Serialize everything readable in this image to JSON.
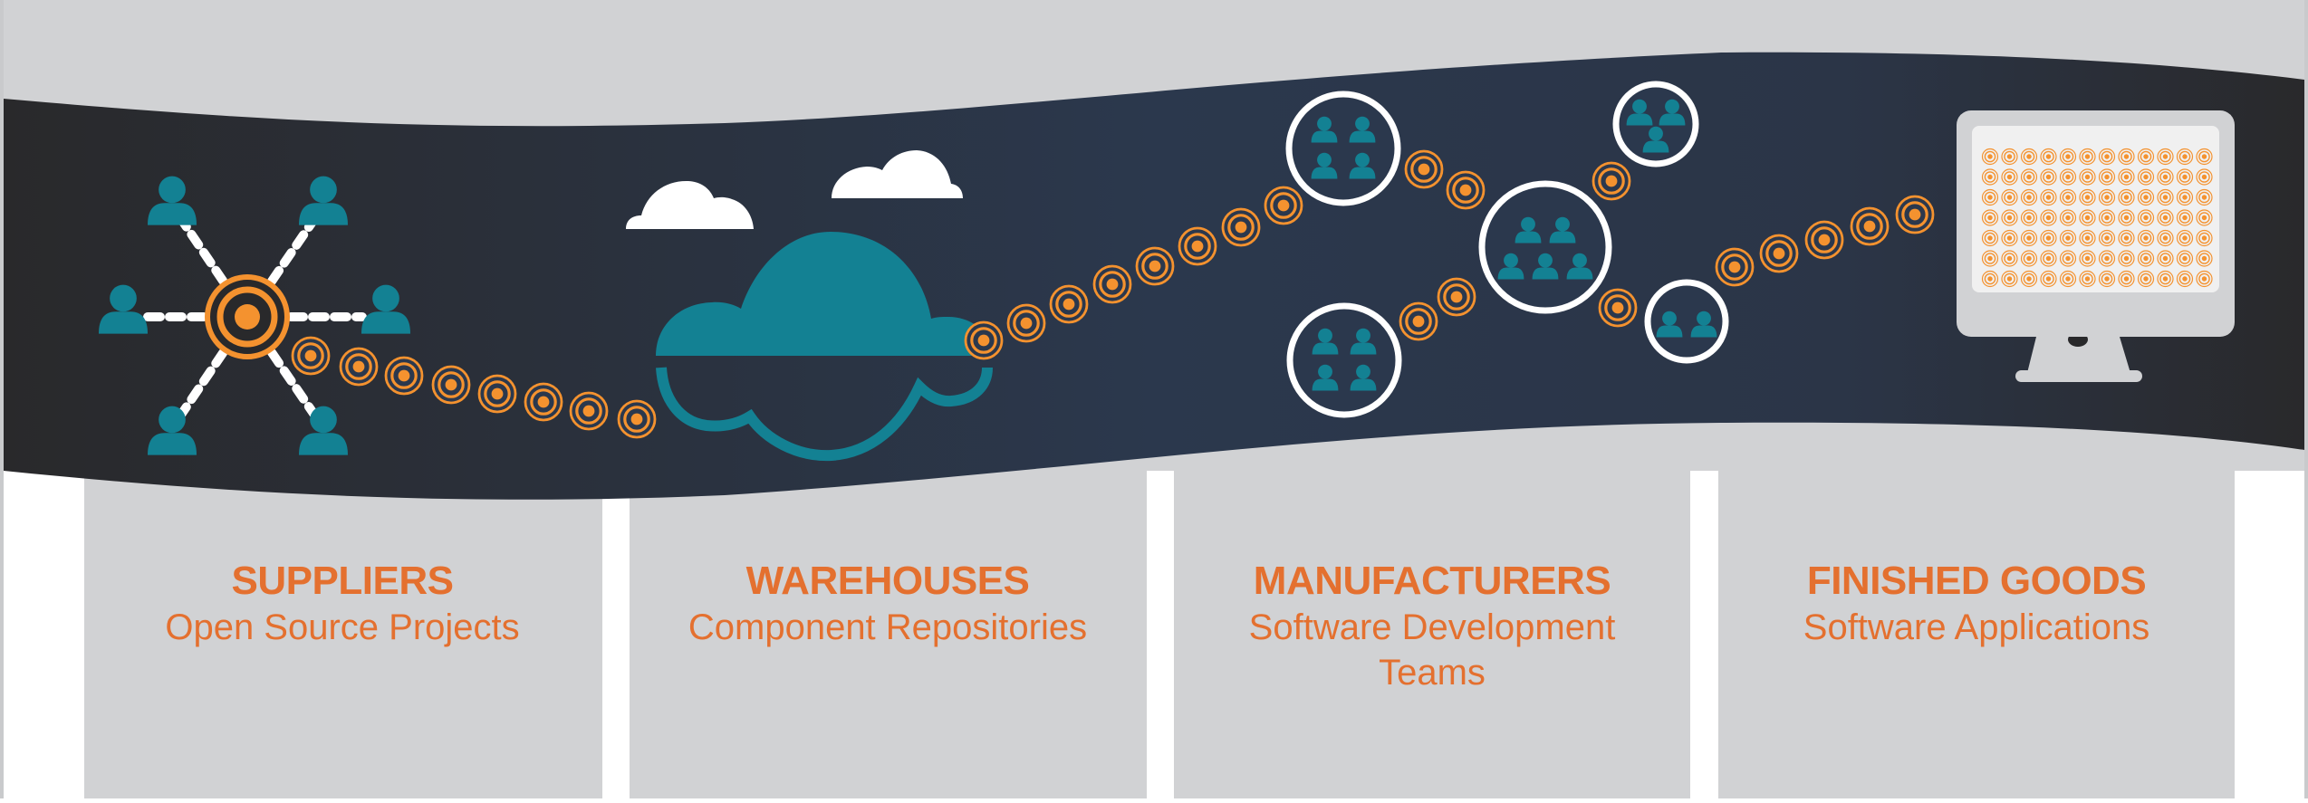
{
  "colors": {
    "background_gray": "#d1d2d4",
    "band_edge": "#29292b",
    "band_center": "#2b384d",
    "teal": "#138193",
    "orange": "#f4922f",
    "label_orange": "#e4702f",
    "white": "#ffffff",
    "monitor_frame": "#d1d2d4",
    "monitor_screen": "#f0f0f0"
  },
  "columns": [
    {
      "title": "SUPPLIERS",
      "subtitle_lines": [
        "Open Source Projects"
      ]
    },
    {
      "title": "WAREHOUSES",
      "subtitle_lines": [
        "Component Repositories"
      ]
    },
    {
      "title": "MANUFACTURERS",
      "subtitle_lines": [
        "Software Development",
        "Teams"
      ]
    },
    {
      "title": "FINISHED GOODS",
      "subtitle_lines": [
        "Software Applications"
      ]
    }
  ],
  "diagram": {
    "supplier_hub": {
      "icon": "target-icon",
      "spoke_people": 6,
      "spoke_style": "dashed"
    },
    "warehouse": {
      "icon": "cloud-icon",
      "decorative_clouds": 2
    },
    "teams": [
      {
        "name": "team-a",
        "members": 4
      },
      {
        "name": "team-b",
        "members": 4
      },
      {
        "name": "team-c",
        "members": 5
      },
      {
        "name": "team-d",
        "members": 3
      },
      {
        "name": "team-e",
        "members": 2
      }
    ],
    "connector_chains": [
      {
        "from": "supplier-hub",
        "to": "warehouse",
        "targets": 8
      },
      {
        "from": "warehouse",
        "to": "team-a",
        "targets": 8
      },
      {
        "from": "team-a",
        "to": "team-c",
        "targets": 2
      },
      {
        "from": "team-b",
        "to": "team-c",
        "targets": 2
      },
      {
        "from": "team-c",
        "to": "team-d",
        "targets": 1
      },
      {
        "from": "team-c",
        "to": "team-e",
        "targets": 1
      },
      {
        "from": "team-e",
        "to": "finished-goods",
        "targets": 5
      }
    ],
    "finished_goods": {
      "icon": "monitor-icon",
      "screen_grid_cols": 12,
      "screen_grid_rows": 7
    }
  }
}
